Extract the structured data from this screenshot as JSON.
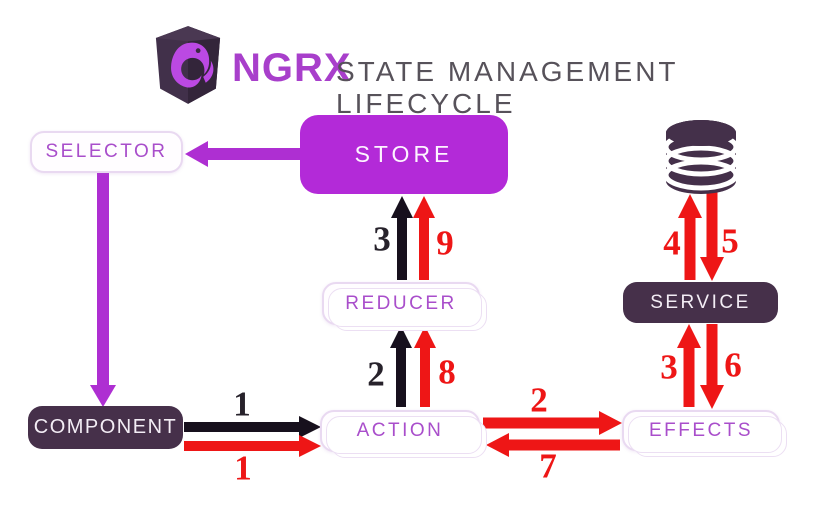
{
  "header": {
    "brand": "NGRX",
    "title": "STATE MANAGEMENT LIFECYCLE",
    "logo_icon": "ngrx-shield-flame"
  },
  "palette": {
    "magenta_box": "#b32ad8",
    "purple_arrow": "#ae2fd2",
    "dark_purple_box": "#46304a",
    "light_box_border": "#e9d9f1",
    "light_box_text": "#a94ecb",
    "red_arrow": "#ee1616",
    "black_arrow": "#17101d",
    "title_gray": "#57525a"
  },
  "nodes": {
    "selector": {
      "label": "SELECTOR"
    },
    "store": {
      "label": "STORE"
    },
    "database": {
      "icon": "database-cylinder"
    },
    "reducer": {
      "label": "REDUCER"
    },
    "service": {
      "label": "SERVICE"
    },
    "component": {
      "label": "COMPONENT"
    },
    "action": {
      "label": "ACTION"
    },
    "effects": {
      "label": "EFFECTS"
    }
  },
  "edges": [
    {
      "id": "store-to-selector",
      "color": "purple",
      "label": ""
    },
    {
      "id": "selector-to-component",
      "color": "purple",
      "label": ""
    },
    {
      "id": "component-to-action-black",
      "color": "black",
      "label": "1"
    },
    {
      "id": "component-to-action-red",
      "color": "red",
      "label": "1"
    },
    {
      "id": "action-to-reducer-black",
      "color": "black",
      "label": "2"
    },
    {
      "id": "action-to-reducer-red",
      "color": "red",
      "label": "8"
    },
    {
      "id": "reducer-to-store-black",
      "color": "black",
      "label": "3"
    },
    {
      "id": "reducer-to-store-red",
      "color": "red",
      "label": "9"
    },
    {
      "id": "action-to-effects-red",
      "color": "red",
      "label": "2"
    },
    {
      "id": "effects-to-action-red",
      "color": "red",
      "label": "7"
    },
    {
      "id": "effects-to-service-red",
      "color": "red",
      "label": "3"
    },
    {
      "id": "service-to-effects-red",
      "color": "red",
      "label": "6"
    },
    {
      "id": "service-to-database-red",
      "color": "red",
      "label": "4"
    },
    {
      "id": "database-to-service-red",
      "color": "red",
      "label": "5"
    }
  ]
}
